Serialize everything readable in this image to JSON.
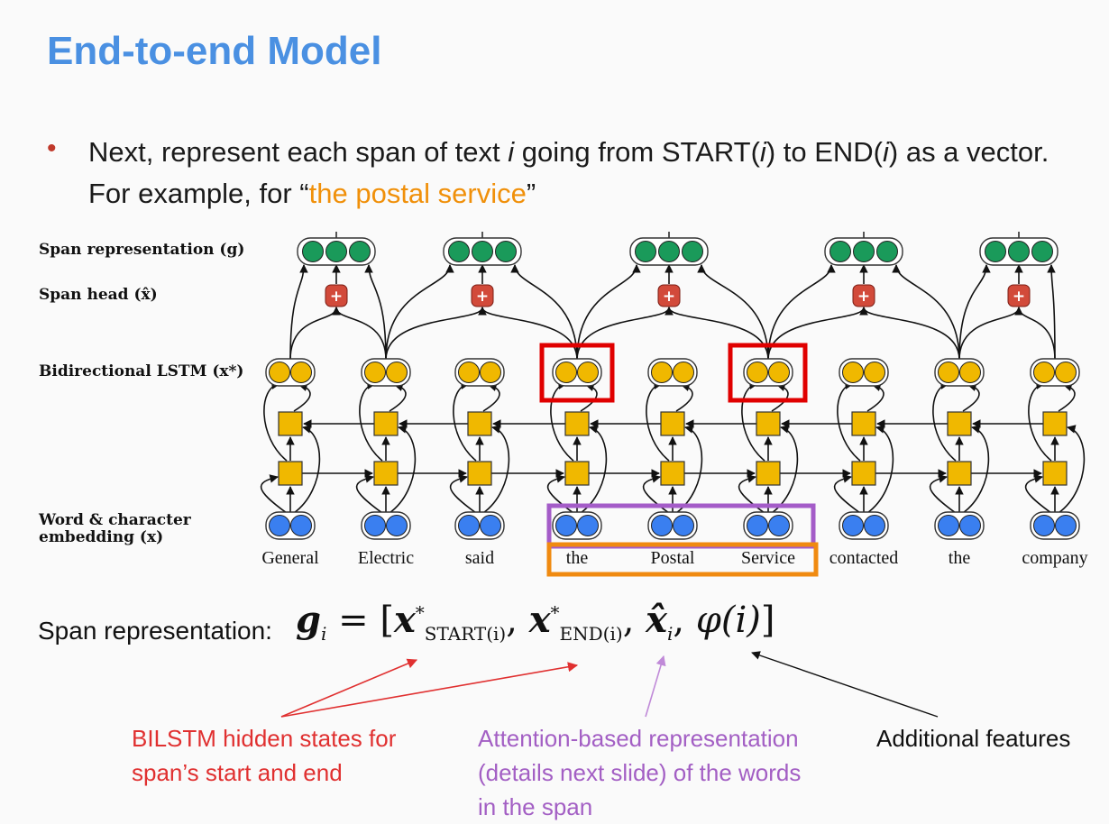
{
  "title": "End-to-end Model",
  "bullet": {
    "text_before": "Next, represent each span of text ",
    "var_i": "i",
    "text_mid1": " going from START(",
    "var_i2": "i",
    "text_mid2": ") to END(",
    "var_i3": "i",
    "text_mid3": ") as a vector. For example, for “",
    "highlight": "the postal service",
    "text_after": "”"
  },
  "diagram": {
    "row_labels": {
      "span_representation": "Span representation (g)",
      "span_head": "Span head (x̂)",
      "bilstm": "Bidirectional LSTM (x*)",
      "embedding_line1": "Word & character",
      "embedding_line2": "embedding (x)"
    },
    "words": [
      "General",
      "Electric",
      "said",
      "the",
      "Postal",
      "Service",
      "contacted",
      "the",
      "company"
    ],
    "head_plus_symbol": "+",
    "highlighted_span": [
      "the",
      "Postal",
      "Service"
    ],
    "colors": {
      "span_node": "#1a9a5a",
      "head_node": "#d24a3a",
      "lstm_node": "#f0b800",
      "embed_node": "#3a7ff0",
      "highlight_red": "#e00000",
      "highlight_purple": "#a45cc8",
      "highlight_orange": "#f08a10"
    }
  },
  "span_rep": {
    "label": "Span representation:",
    "g": "g",
    "g_sub": "i",
    "eq": " = [",
    "x": "x",
    "start_sub": "START(i)",
    "star": "*",
    "sep": ", ",
    "end_sub": "END(i)",
    "xhat": "x̂",
    "xhat_sub": "i",
    "phi": "φ(i)",
    "close": "]"
  },
  "annotations": {
    "red": [
      "BILSTM hidden states for",
      "span’s start and end"
    ],
    "purple": [
      "Attention-based representation",
      "(details next slide) of the words",
      "in the span"
    ],
    "black": "Additional features"
  }
}
